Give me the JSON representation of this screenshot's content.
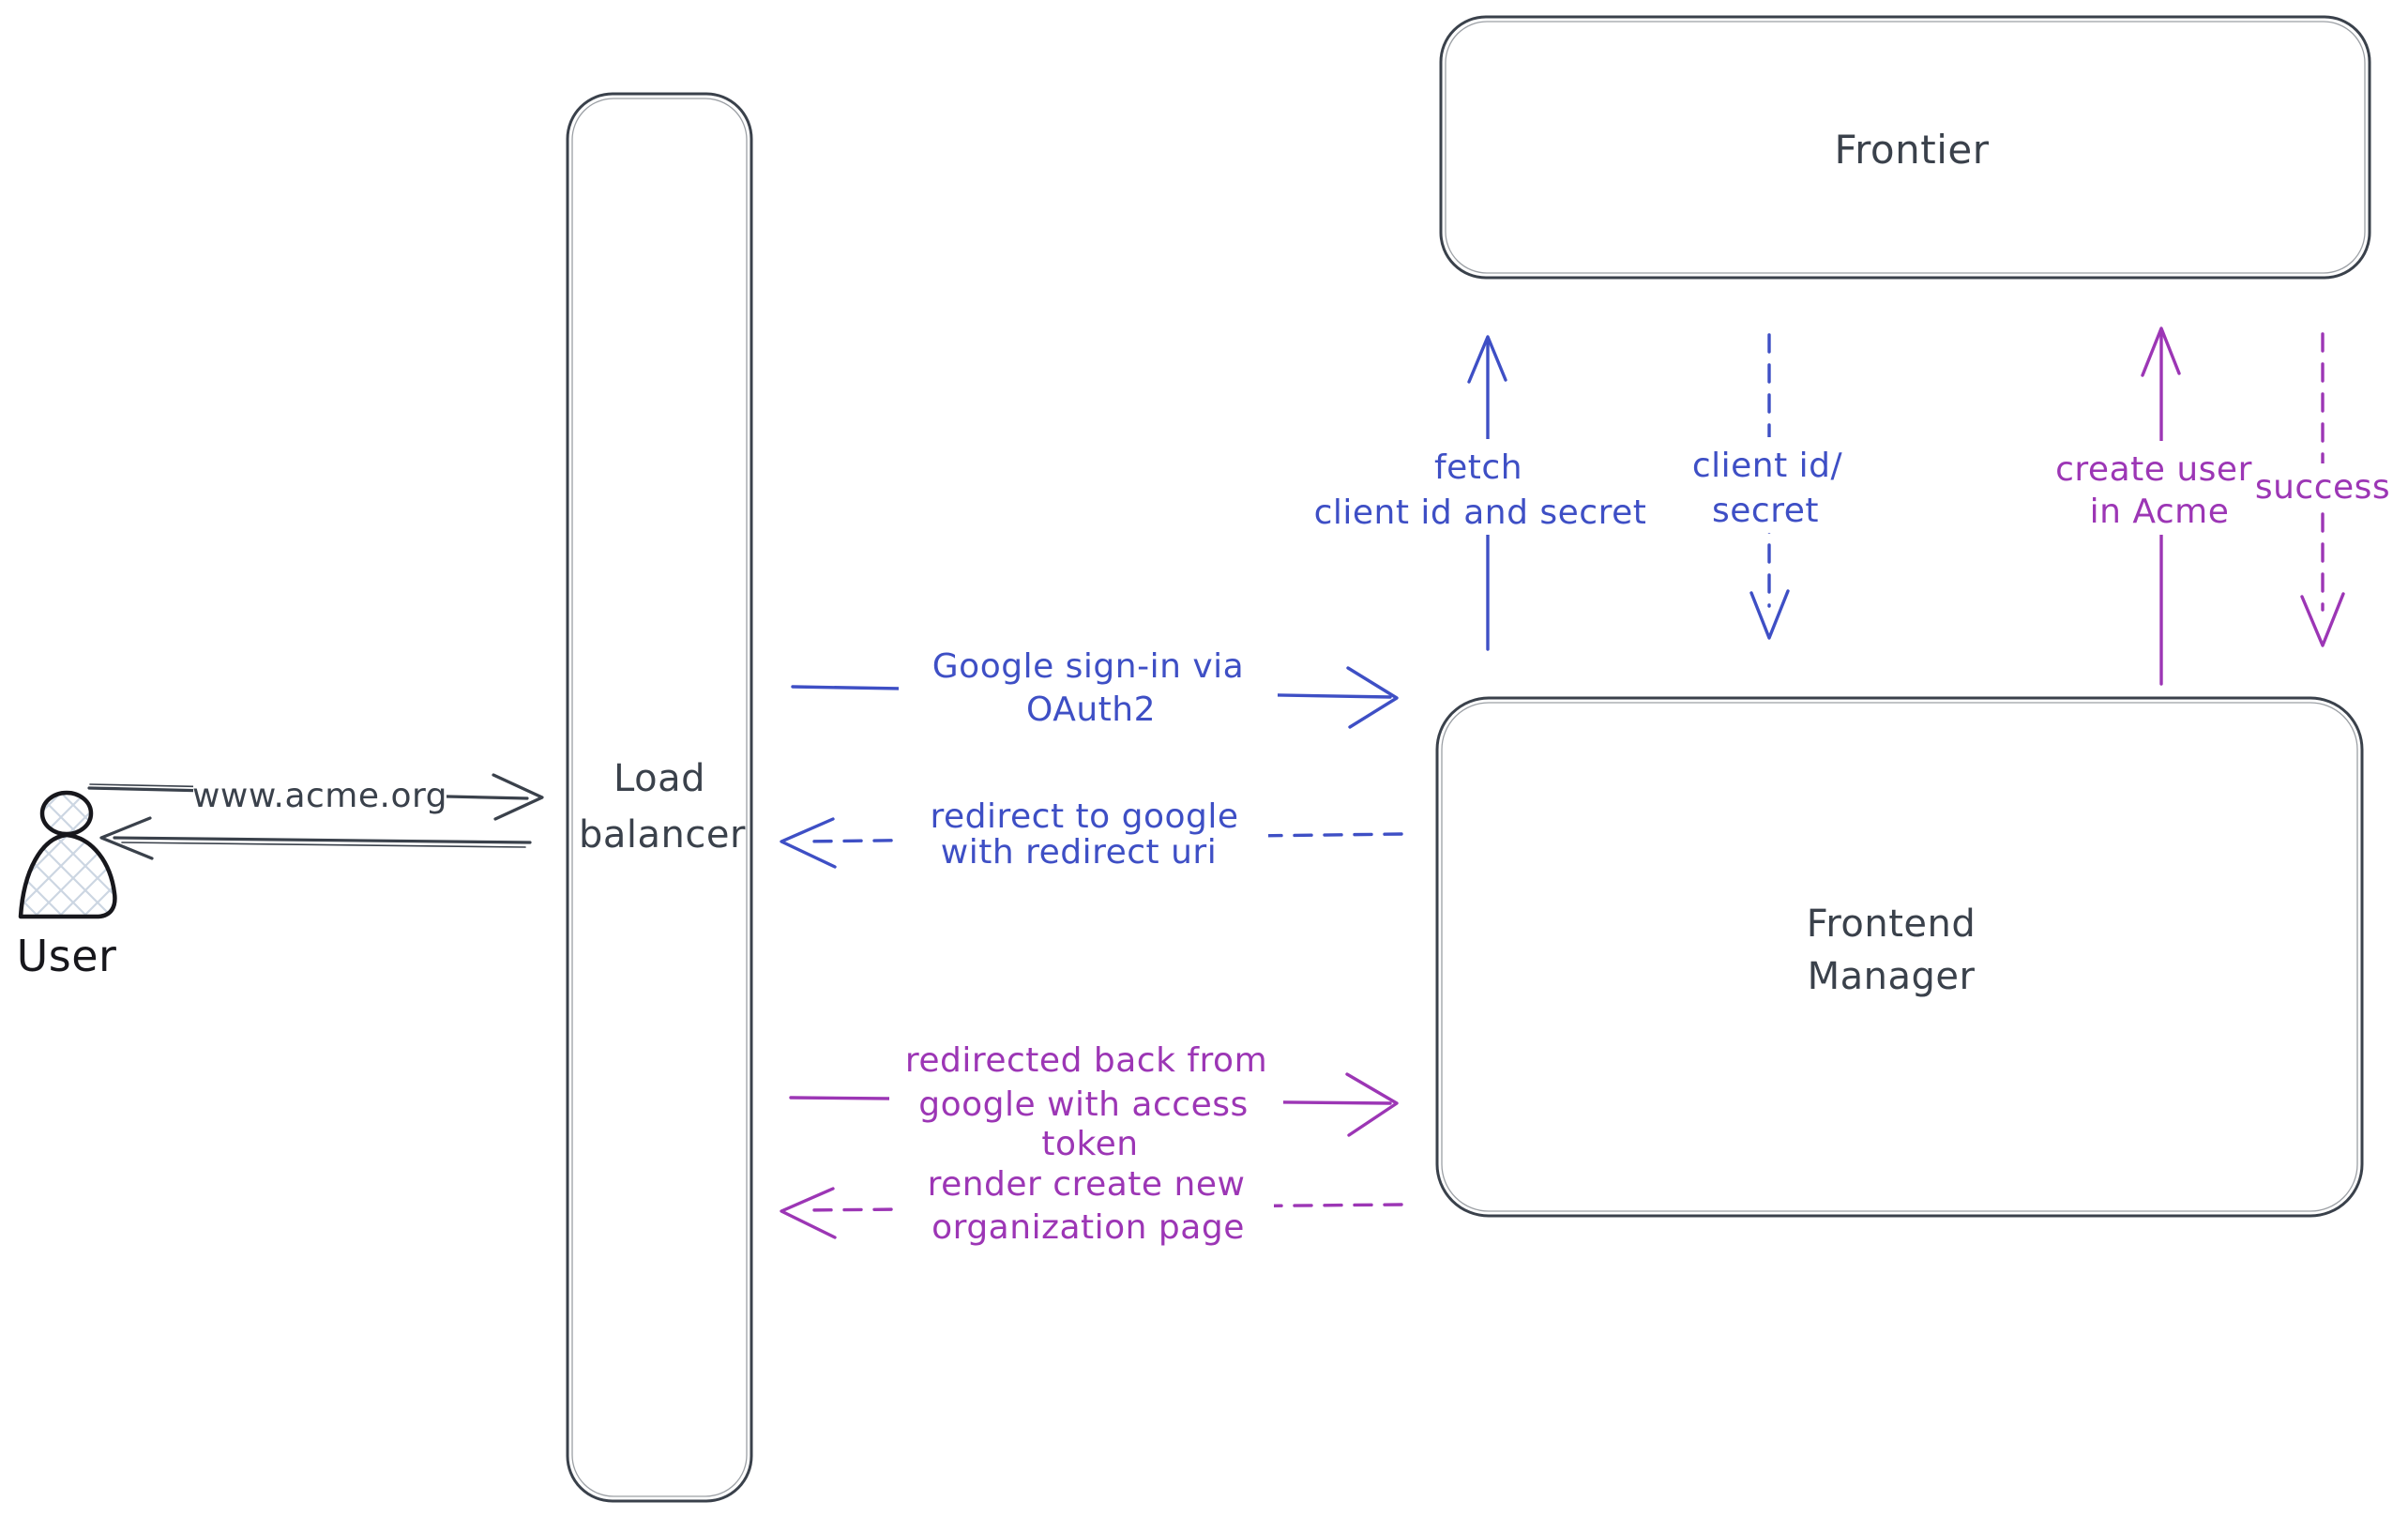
{
  "diagram": {
    "title_hint": "OAuth sign-in flow diagram",
    "actor": {
      "label": "User"
    },
    "nodes": {
      "load_balancer": {
        "lines": [
          "Load",
          "balancer"
        ]
      },
      "frontier": {
        "label": "Frontier"
      },
      "frontend_manager": {
        "lines": [
          "Frontend",
          "Manager"
        ]
      }
    },
    "edges": {
      "www": {
        "label": "www.acme.org",
        "style": "solid",
        "direction": "user-to-load-balancer"
      },
      "lb_response": {
        "label": "",
        "style": "solid",
        "direction": "load-balancer-to-user"
      },
      "google_signin": {
        "lines": [
          "Google sign-in via",
          "OAuth2"
        ],
        "style": "solid",
        "direction": "load-balancer-to-frontend-manager"
      },
      "redirect": {
        "lines": [
          "redirect to google",
          "with redirect uri"
        ],
        "style": "dashed",
        "direction": "frontend-manager-to-load-balancer"
      },
      "fetch": {
        "lines": [
          "fetch",
          "client id and secret"
        ],
        "style": "solid",
        "direction": "frontend-manager-to-frontier"
      },
      "client_id": {
        "lines": [
          "client id/",
          "secret"
        ],
        "style": "dashed",
        "direction": "frontier-to-frontend-manager"
      },
      "create_user": {
        "lines": [
          "create user",
          "in Acme"
        ],
        "style": "solid",
        "direction": "frontend-manager-to-frontier"
      },
      "success": {
        "label": "success",
        "style": "dashed",
        "direction": "frontier-to-frontend-manager"
      },
      "redirected_back": {
        "lines": [
          "redirected back from",
          "google with access",
          "token"
        ],
        "style": "solid",
        "direction": "load-balancer-to-frontend-manager"
      },
      "render_page": {
        "lines": [
          "render create new",
          "organization page"
        ],
        "style": "dashed",
        "direction": "frontend-manager-to-load-balancer"
      }
    },
    "colors": {
      "ink": "#3a414b",
      "actor": "#17171c",
      "blue": "#3e4fc5",
      "purple": "#9c36b5",
      "hatch": "#ccd6e2",
      "background": "#ffffff"
    }
  }
}
